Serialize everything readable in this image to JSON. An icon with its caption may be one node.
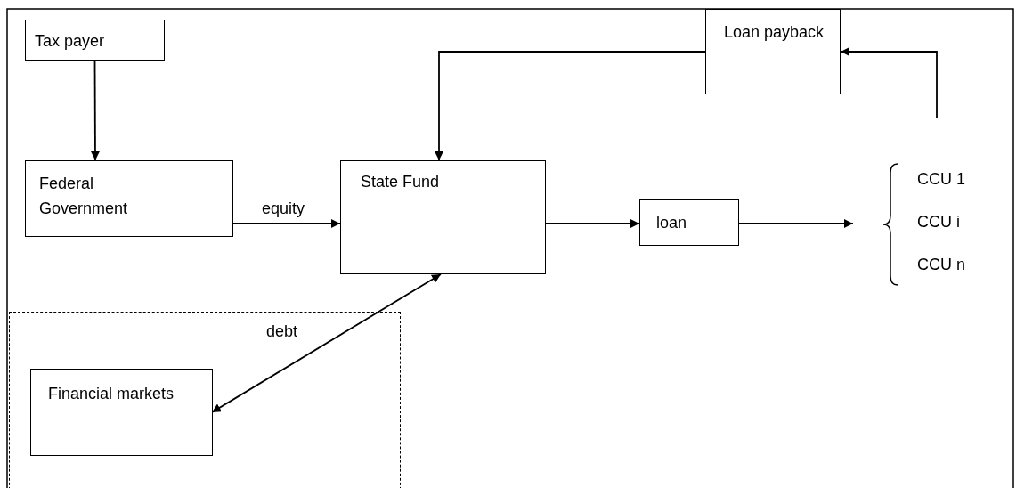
{
  "diagram": {
    "nodes": [
      {
        "text": [
          "Tax payer"
        ]
      },
      {
        "text": [
          "Federal Government"
        ]
      },
      {
        "text": [
          "State Fund"
        ]
      },
      {
        "text": [
          "loan"
        ]
      },
      {
        "text": [
          "Loan payback"
        ]
      },
      {
        "text": [
          "CCU 1",
          "CCU i",
          "CCU n"
        ]
      },
      {
        "text": [],
        "shape": "box"
      },
      {
        "text": [
          "Financial markets"
        ],
        "in": 6
      }
    ],
    "edges": [
      {
        "from": 0,
        "to": 1,
        "arrow": "to"
      },
      {
        "from": 1,
        "to": 2,
        "arrow": "to",
        "label": "equity"
      },
      {
        "from": 2,
        "to": 3,
        "arrow": "to"
      },
      {
        "from": 3,
        "to": 5,
        "arrow": "to"
      },
      {
        "from": null,
        "to": 4,
        "arrow": "to"
      },
      {
        "from": 4,
        "to": 2,
        "arrow": "to"
      },
      {
        "from": 2,
        "to": 7,
        "arrow": "both",
        "label": "debt"
      }
    ]
  }
}
